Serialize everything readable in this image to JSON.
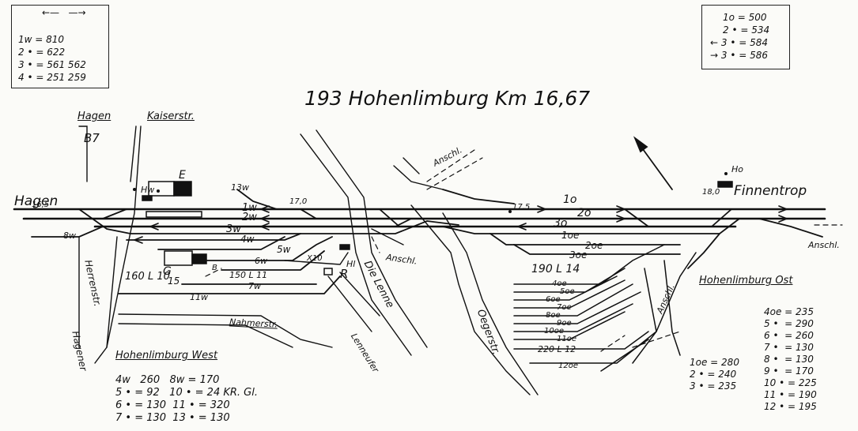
{
  "title": "193 Hohenlimburg Km 16,67",
  "legend_left": [
    "1w = 810",
    "2 • = 622",
    "3 • = 561 562",
    "4 • = 251 259"
  ],
  "legend_right": [
    "1o = 500",
    "2 • = 534",
    "← 3 • = 584",
    "→ 3 • = 586"
  ],
  "places": {
    "hagen": "Hagen",
    "hagen_top": "Hagen",
    "kaiserstr": "Kaiserstr.",
    "b7": "B7",
    "finnentrop": "Finnentrop",
    "herrenstr": "Herrenstr.",
    "hagener": "Hagener",
    "nahmerstr": "Nahmerstr.",
    "lenneufer": "Lenneufer",
    "die_lenne": "Die Lenne",
    "oegerstr": "Oegerstr.",
    "anschl_1": "Anschl.",
    "anschl_2": "Anschl.",
    "anschl_3": "Anschl.",
    "anschl_4": "Anschl."
  },
  "tracks": {
    "t1o": "1o",
    "t2o": "2o",
    "t3o": "3o",
    "t1oe": "1oe",
    "t2oe": "2oe",
    "t3oe": "3oe",
    "t1w": "1w",
    "t2w": "2w",
    "t3w": "3w",
    "t4w": "4w",
    "t5w": "5w",
    "t6w": "6w",
    "t7w": "7w",
    "t8w": "8w",
    "t11w": "11w",
    "t13w": "13w",
    "t4oe": "4oe",
    "t5oe": "5oe",
    "t6oe": "6oe",
    "t7oe": "7oe",
    "t8oe": "8oe",
    "t9oe": "9oe",
    "t10oe": "10oe",
    "t11oe": "11oe",
    "t12oe": "12oe"
  },
  "marks": {
    "km165": "16,5",
    "km170": "17,0",
    "km175": "17,5",
    "km180": "18,0",
    "hw": "Hw",
    "hl": "Hl",
    "ho": "Ho",
    "e": "E",
    "g": "G",
    "r": "R",
    "b": "B",
    "x10": "X10",
    "l160": "160 L 10",
    "l150": "150 L 11",
    "l190": "190 L 14",
    "l220": "220 L 12",
    "m15": "15"
  },
  "west": {
    "heading": "Hohenlimburg West",
    "rows": [
      "4w   260   8w = 170",
      "5 • = 92   10 • = 24 KR. Gl.",
      "6 • = 130  11 • = 320",
      "7 • = 130  13 • = 130"
    ]
  },
  "ost": {
    "heading": "Hohenlimburg Ost",
    "right_rows": [
      "4oe = 235",
      "5 •  = 290",
      "6 •  = 260",
      "7 •  = 130",
      "8 •  = 130",
      "9 •  = 170",
      "10 • = 225",
      "11 • = 190",
      "12 • = 195"
    ],
    "left_rows": [
      "1oe = 280",
      "2 • = 240",
      "3 • = 235"
    ]
  }
}
